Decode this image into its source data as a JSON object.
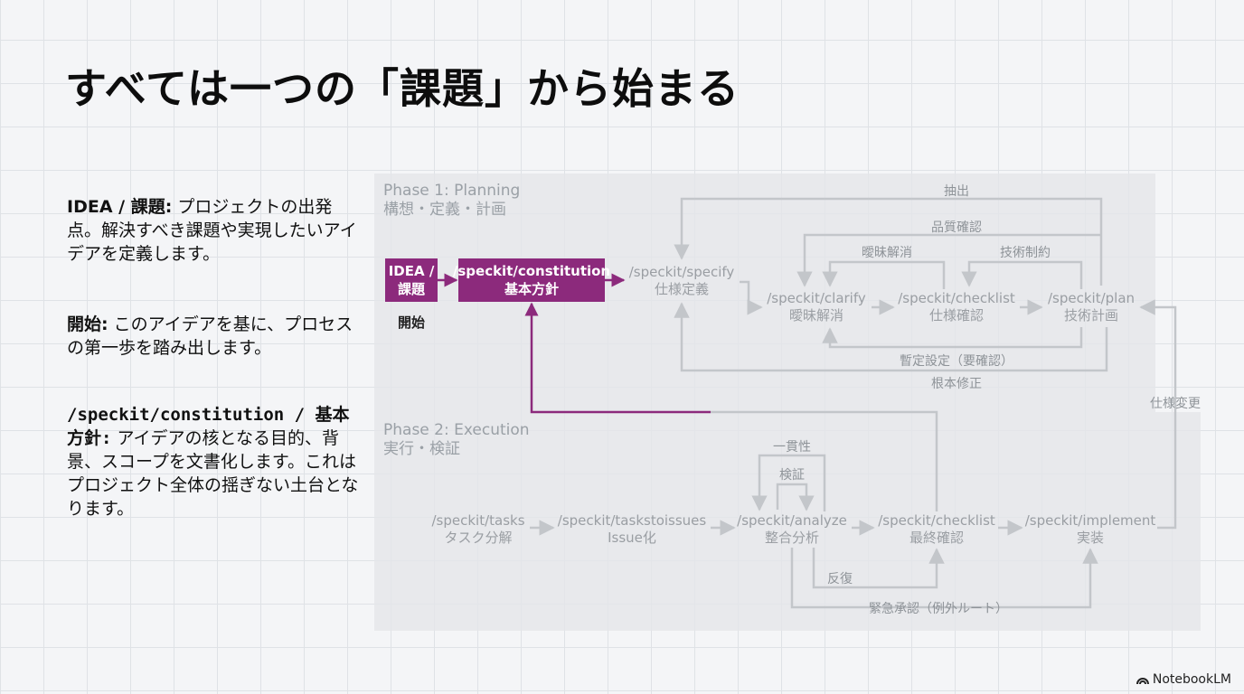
{
  "title": "すべては一つの「課題」から始まる",
  "descriptions": [
    {
      "head": "IDEA / 課題:",
      "body": " プロジェクトの出発点。解決すべき課題や実現したいアイデアを定義します。"
    },
    {
      "head": "開始:",
      "body": " このアイデアを基に、プロセスの第一歩を踏み出します。"
    },
    {
      "head": "/speckit/constitution / 基本方針:",
      "body": " アイデアの核となる目的、背景、スコープを文書化します。これはプロジェクト全体の揺ぎない土台となります。"
    }
  ],
  "phase1": {
    "title": "Phase 1: Planning",
    "subtitle": "構想・定義・計画"
  },
  "phase2": {
    "title": "Phase 2: Execution",
    "subtitle": "実行・検証"
  },
  "highlight": {
    "idea": {
      "line1": "IDEA /",
      "line2": "課題"
    },
    "constitution": {
      "line1": "/speckit/constitution",
      "line2": "基本方針"
    },
    "start_label": "開始",
    "color": "#8c2a7c"
  },
  "nodes": {
    "specify": {
      "cmd": "/speckit/specify",
      "jp": "仕様定義"
    },
    "clarify": {
      "cmd": "/speckit/clarify",
      "jp": "曖昧解消"
    },
    "checklist1": {
      "cmd": "/speckit/checklist",
      "jp": "仕様確認"
    },
    "plan": {
      "cmd": "/speckit/plan",
      "jp": "技術計画"
    },
    "tasks": {
      "cmd": "/speckit/tasks",
      "jp": "タスク分解"
    },
    "taskstoissues": {
      "cmd": "/speckit/taskstoissues",
      "jp": "Issue化"
    },
    "analyze": {
      "cmd": "/speckit/analyze",
      "jp": "整合分析"
    },
    "checklist2": {
      "cmd": "/speckit/checklist",
      "jp": "最終確認"
    },
    "implement": {
      "cmd": "/speckit/implement",
      "jp": "実装"
    }
  },
  "edge_labels": {
    "extract": "抽出",
    "quality": "品質確認",
    "ambiguity": "曖昧解消",
    "tech_constraint": "技術制約",
    "tentative": "暫定設定（要確認）",
    "fundamental_fix": "根本修正",
    "spec_change": "仕様変更",
    "consistency": "一貫性",
    "verify": "検証",
    "iterate": "反復",
    "emergency": "緊急承認（例外ルート）"
  },
  "logo": "NotebookLM"
}
